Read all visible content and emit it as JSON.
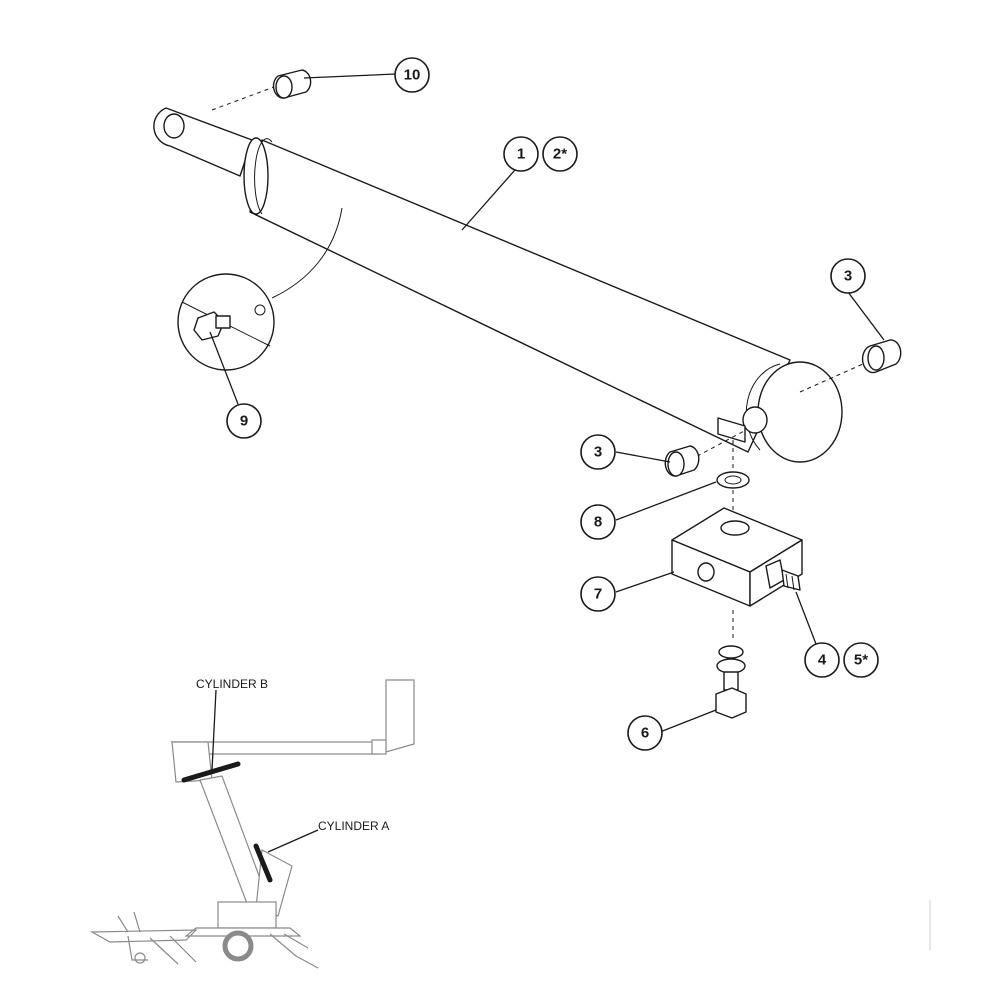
{
  "callouts": {
    "c1": "1",
    "c2": "2*",
    "c3a": "3",
    "c3b": "3",
    "c4": "4",
    "c5": "5*",
    "c6": "6",
    "c7": "7",
    "c8": "8",
    "c9": "9",
    "c10": "10"
  },
  "machine_labels": {
    "cylinder_b": "CYLINDER B",
    "cylinder_a": "CYLINDER A"
  },
  "colors": {
    "line": "#1a1a1a",
    "machine": "#8a8a8a"
  }
}
